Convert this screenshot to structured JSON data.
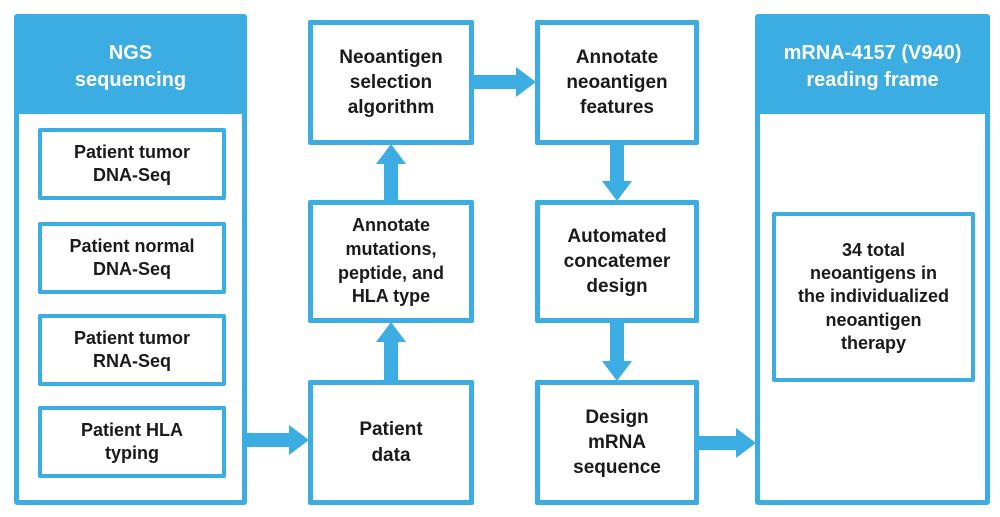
{
  "colors": {
    "accent": "#3BADE2",
    "box_text": "#1A1A1A",
    "header_text": "#FFFFFF",
    "background": "#FFFFFF"
  },
  "left_panel": {
    "title": "NGS\nsequencing",
    "items": [
      {
        "label": "Patient tumor\nDNA-Seq"
      },
      {
        "label": "Patient normal\nDNA-Seq"
      },
      {
        "label": "Patient tumor\nRNA-Seq"
      },
      {
        "label": "Patient HLA\ntyping"
      }
    ]
  },
  "flow": {
    "patient_data": "Patient\ndata",
    "annotate_mutations": "Annotate\nmutations,\npeptide, and\nHLA type",
    "neoantigen_selection": "Neoantigen\nselection\nalgorithm",
    "annotate_features": "Annotate\nneoantigen\nfeatures",
    "concatemer_design": "Automated\nconcatemer\ndesign",
    "design_mrna": "Design\nmRNA\nsequence"
  },
  "right_panel": {
    "title": "mRNA-4157 (V940)\nreading frame",
    "result": "34 total\nneoantigens in\nthe individualized\nneoantigen\ntherapy"
  },
  "connections": [
    {
      "from": "patient-hla-typing",
      "to": "patient-data",
      "direction": "right"
    },
    {
      "from": "patient-data",
      "to": "annotate-mutations",
      "direction": "up"
    },
    {
      "from": "annotate-mutations",
      "to": "neoantigen-selection",
      "direction": "up"
    },
    {
      "from": "neoantigen-selection",
      "to": "annotate-features",
      "direction": "right"
    },
    {
      "from": "annotate-features",
      "to": "concatemer-design",
      "direction": "down"
    },
    {
      "from": "concatemer-design",
      "to": "design-mrna",
      "direction": "down"
    },
    {
      "from": "design-mrna",
      "to": "mrna-4157-panel",
      "direction": "right"
    }
  ]
}
